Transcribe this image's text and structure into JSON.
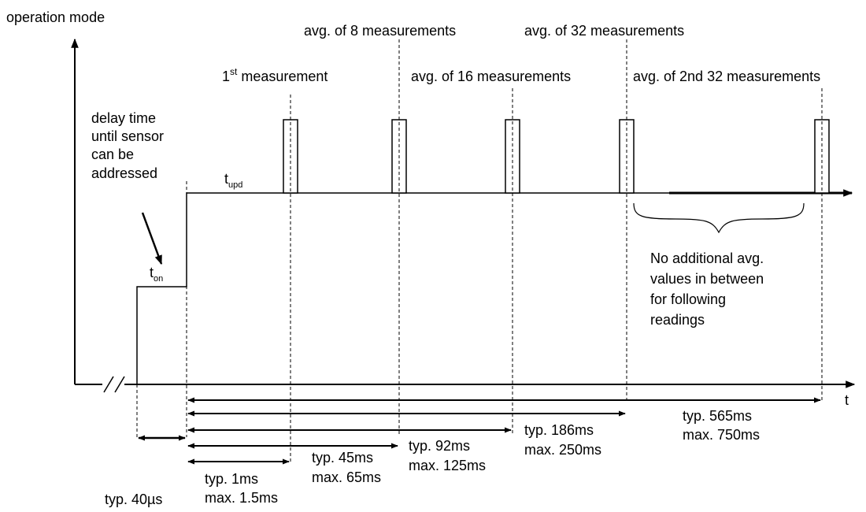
{
  "labels": {
    "y_axis": "operation mode",
    "x_axis": "t",
    "delay_note": [
      "delay time",
      "until sensor",
      "can be",
      "addressed"
    ],
    "t_on_base": "t",
    "t_on_sub": "on",
    "t_upd_base": "t",
    "t_upd_sub": "upd",
    "first_prefix": "1",
    "first_sup": "st",
    "first_suffix": " measurement",
    "avg8": "avg. of 8 measurements",
    "avg16": "avg. of 16 measurements",
    "avg32": "avg. of 32 measurements",
    "avg2nd32": "avg. of 2nd 32 measurements",
    "note_lines": [
      "No additional avg.",
      "values in between",
      "for following",
      "readings"
    ]
  },
  "timings": {
    "t40": "typ. 40µs",
    "t1_typ": "typ. 1ms",
    "t1_max": "max. 1.5ms",
    "t45_typ": "typ. 45ms",
    "t45_max": "max. 65ms",
    "t92_typ": "typ. 92ms",
    "t92_max": "max. 125ms",
    "t186_typ": "typ. 186ms",
    "t186_max": "max. 250ms",
    "t565_typ": "typ. 565ms",
    "t565_max": "max. 750ms"
  }
}
